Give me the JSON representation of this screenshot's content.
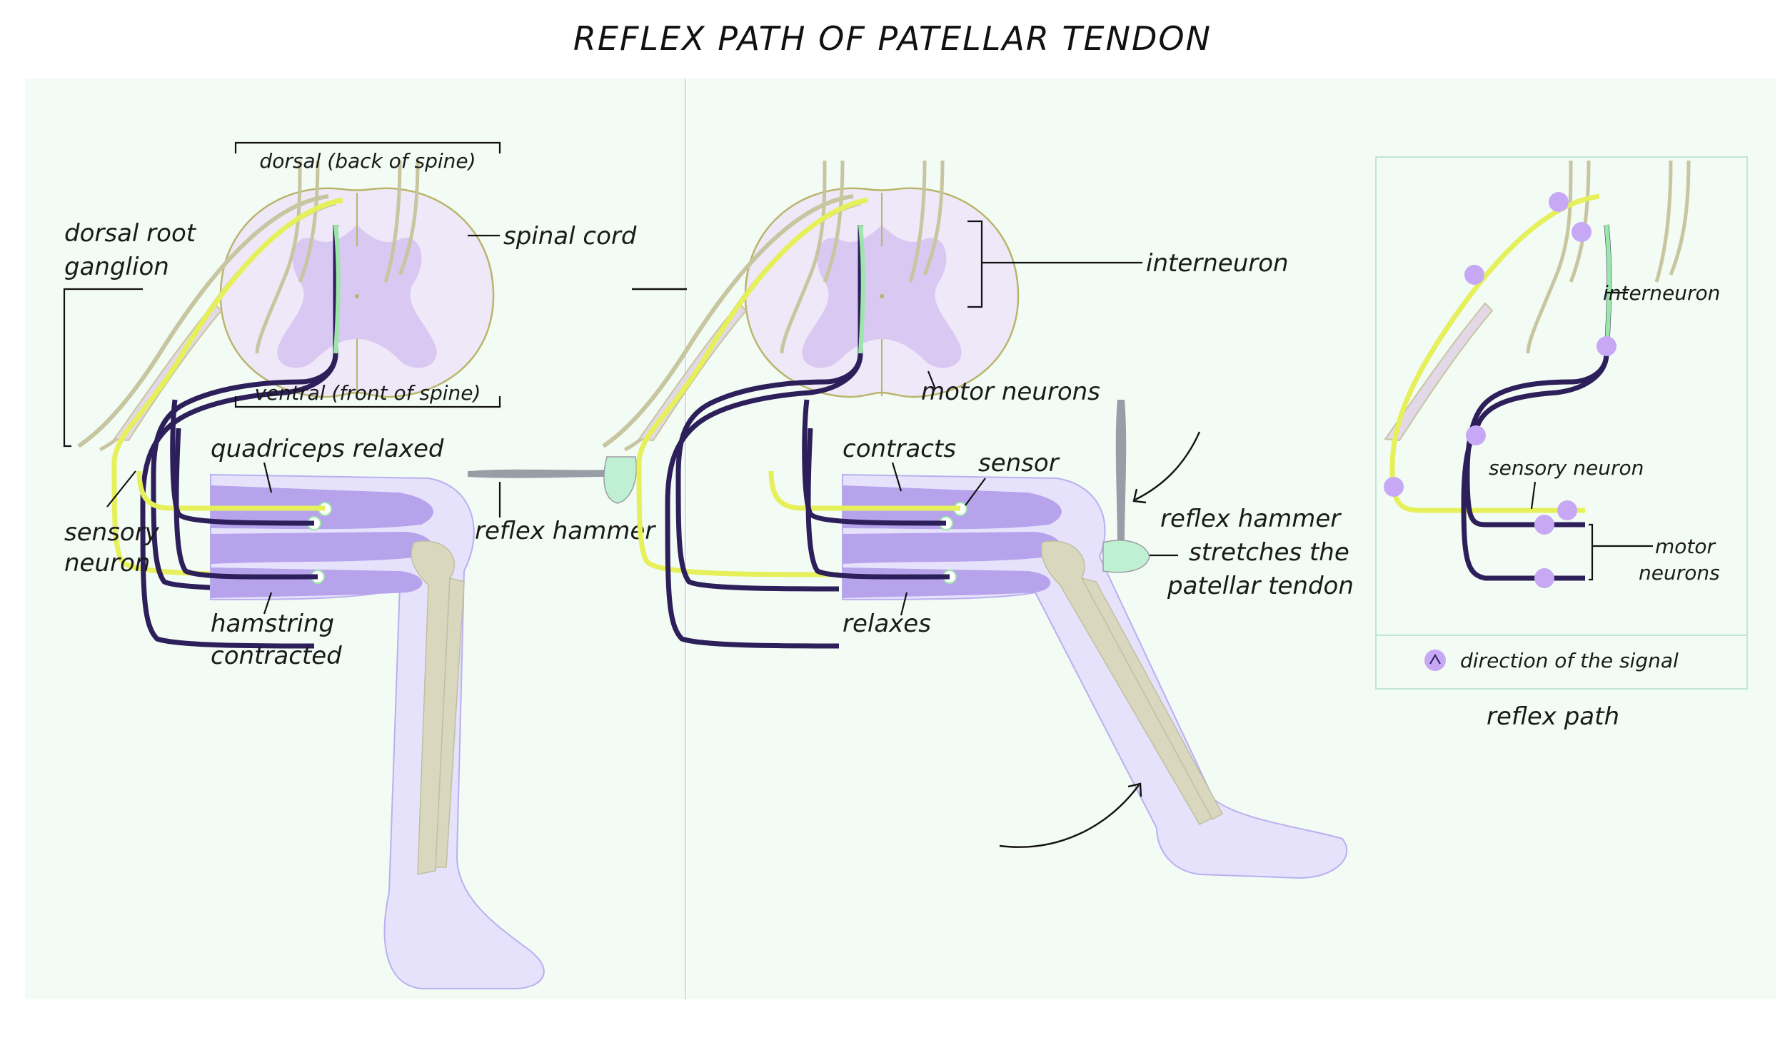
{
  "title": "REFLEX PATH OF PATELLAR TENDON",
  "colors": {
    "panel_bg": "#f2fbf4",
    "panel_border": "#bfe6d8",
    "spinal_cord": "#efe8f8",
    "grey_matter": "#d8c8f2",
    "muscle": "#b6a3ec",
    "leg": "#e6e2fb",
    "bone": "#d9d8bf",
    "sensory_neuron": "#e6f05a",
    "motor_neuron": "#2d1f5a",
    "interneuron": "#9be6a8",
    "signal_marker": "#c7a8f5"
  },
  "icons": [
    "reflex-hammer-icon",
    "signal-direction-icon",
    "arrow-right-icon"
  ],
  "left_panel": {
    "dorsal": "dorsal (back of spine)",
    "spinal_cord": "spinal cord",
    "ganglion_line1": "dorsal root",
    "ganglion_line2": "ganglion",
    "ventral": "ventral (front of spine)",
    "quadriceps": "quadriceps relaxed",
    "reflex_hammer": "reflex hammer",
    "sensory_line1": "sensory",
    "sensory_line2": "neuron",
    "hamstring_line1": "hamstring",
    "hamstring_line2": "contracted"
  },
  "middle_panel": {
    "interneuron": "interneuron",
    "motor_neurons": "motor neurons",
    "contracts": "contracts",
    "sensor": "sensor",
    "relaxes": "relaxes",
    "hammer_line1": "reflex hammer",
    "hammer_line2": "stretches the",
    "hammer_line3": "patellar tendon"
  },
  "right_panel": {
    "interneuron": "interneuron",
    "sensory_neuron": "sensory neuron",
    "motor_line1": "motor",
    "motor_line2": "neurons",
    "legend": "direction of the signal",
    "caption": "reflex path"
  }
}
